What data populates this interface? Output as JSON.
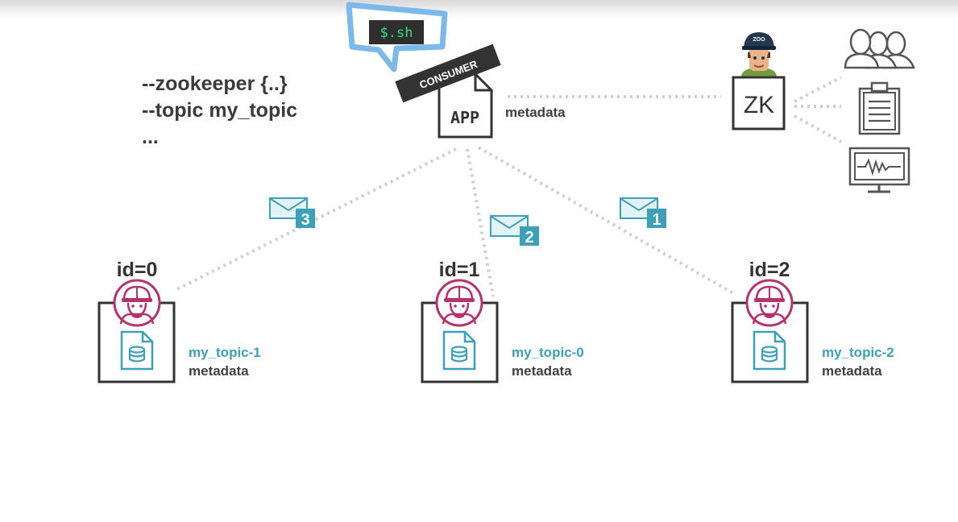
{
  "command": {
    "line1": "--zookeeper {..}",
    "line2": "--topic my_topic",
    "line3": "..."
  },
  "shell": {
    "label": "$.sh"
  },
  "consumer": {
    "banner": "CONSUMER",
    "app_label": "APP",
    "metadata_label": "metadata"
  },
  "zookeeper": {
    "label": "ZK",
    "cap_label": "ZOO"
  },
  "brokers": [
    {
      "id_label": "id=0",
      "partition": "my_topic-1",
      "metadata": "metadata"
    },
    {
      "id_label": "id=1",
      "partition": "my_topic-0",
      "metadata": "metadata"
    },
    {
      "id_label": "id=2",
      "partition": "my_topic-2",
      "metadata": "metadata"
    }
  ],
  "messages": [
    {
      "number": "3"
    },
    {
      "number": "2"
    },
    {
      "number": "1"
    }
  ],
  "zk_tools": [
    "users-icon",
    "clipboard-icon",
    "monitor-icon"
  ],
  "colors": {
    "teal": "#3ca0b9",
    "broker_avatar": "#b5336d",
    "shell_bubble": "#7cb9ea",
    "terminal_text": "#33e07a",
    "dark": "#333333"
  }
}
